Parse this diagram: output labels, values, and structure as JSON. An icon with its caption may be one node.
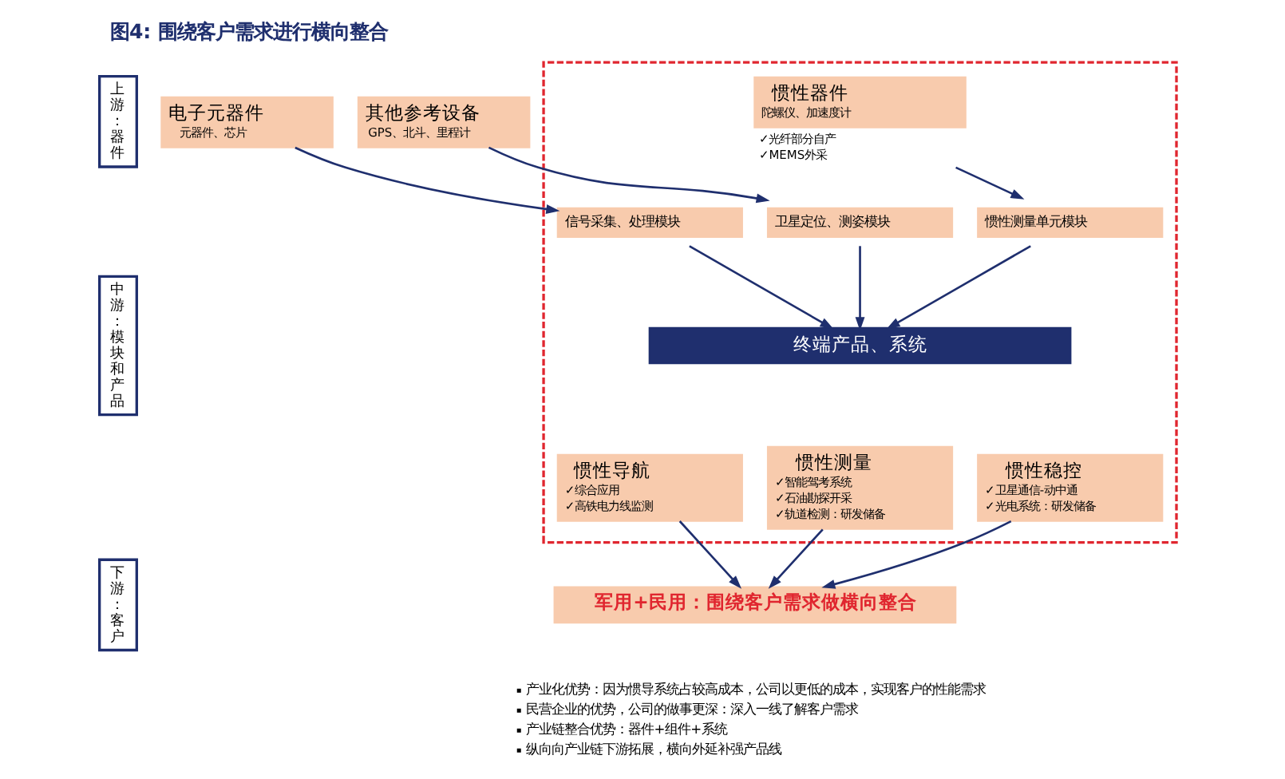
{
  "diagram": {
    "title": "图4: 围绕客户需求进行横向整合",
    "nodes": [
      {
        "text": [
          "上游：器件"
        ]
      },
      {
        "text": [
          "电子元器件",
          "元器件、芯片"
        ]
      },
      {
        "text": [
          "其他参考设备",
          "GPS、北斗、里程计"
        ]
      },
      {
        "text": [],
        "shape": "box"
      },
      {
        "text": [
          "惯性器件",
          "陀螺仪、加速度计"
        ],
        "beside": [
          "✓光纤部分自产",
          "✓MEMS外采"
        ],
        "in": 3
      },
      {
        "text": [
          "中游：模块和产品"
        ]
      },
      {
        "text": [
          "信号采集、处理模块"
        ],
        "in": 3
      },
      {
        "text": [
          "卫星定位、测姿模块"
        ],
        "in": 3
      },
      {
        "text": [
          "惯性测量单元模块"
        ],
        "in": 3
      },
      {
        "text": [
          "终端产品、系统"
        ],
        "in": 3
      },
      {
        "text": [
          "惯性导航",
          "✓综合应用",
          "✓高铁电力线监测"
        ],
        "in": 3
      },
      {
        "text": [
          "惯性测量",
          "✓智能驾考系统",
          "✓石油勘探开采",
          "✓轨道检测：研发储备"
        ],
        "in": 3
      },
      {
        "text": [
          "惯性稳控",
          "✓卫星通信-动中通",
          "✓光电系统：研发储备"
        ],
        "in": 3
      },
      {
        "text": [
          "下游：客户"
        ]
      },
      {
        "text": [
          "军用+民用：围绕客户需求做横向整合"
        ]
      }
    ],
    "edges": [
      {
        "from": 1,
        "to": 6,
        "arrow": "to"
      },
      {
        "from": 2,
        "to": 7,
        "arrow": "to"
      },
      {
        "from": 4,
        "to": 8,
        "arrow": "to"
      },
      {
        "from": 6,
        "to": 9,
        "arrow": "to"
      },
      {
        "from": 7,
        "to": 9,
        "arrow": "to"
      },
      {
        "from": 8,
        "to": 9,
        "arrow": "to"
      },
      {
        "from": 10,
        "to": 14,
        "arrow": "to"
      },
      {
        "from": 11,
        "to": 14,
        "arrow": "to"
      },
      {
        "from": 12,
        "to": 14,
        "arrow": "to"
      }
    ],
    "labels": [
      "产业化优势：因为惯导系统占较高成本，公司以更低的成本，实现客户的性能需求",
      "民营企业的优势，公司的做事更深：深入一线了解客户需求",
      "产业链整合优势：器件+组件+系统",
      "纵向向产业链下游拓展，横向外延补强产品线"
    ]
  }
}
